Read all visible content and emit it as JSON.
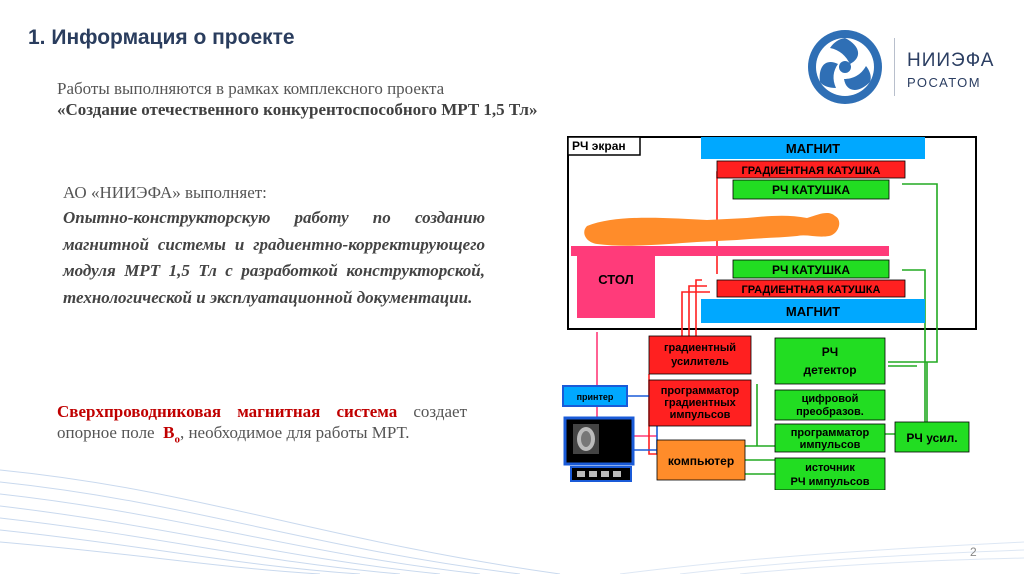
{
  "header": {
    "title": "1. Информация о проекте",
    "logo_name": "НИИЭФА",
    "logo_sub": "РОСАТОМ"
  },
  "intro": {
    "line1": "Работы выполняются в рамках комплексного проекта",
    "line2": "«Создание отечественного конкурентоспособного МРТ 1,5 Тл»"
  },
  "org": {
    "label": "АО «НИИЭФА» выполняет:",
    "work": "Опытно-конструкторскую работу по созданию магнитной системы и градиентно-корректирующего модуля МРТ 1,5 Тл с разработкой конструкторской, технологической и эксплуатационной документации."
  },
  "supercond": {
    "red": "Сверхпроводниковая магнитная система",
    "rest_before": "создает опорное поле",
    "b": "B",
    "b_sub": "o",
    "rest_after": ", необходимое для работы МРТ."
  },
  "diagram": {
    "rf_screen": "РЧ экран",
    "magnet_top": "МАГНИТ",
    "gradient_top": "ГРАДИЕНТНАЯ КАТУШКА",
    "rf_coil_top": "РЧ  КАТУШКА",
    "table": "СТОЛ",
    "rf_coil_bottom": "РЧ  КАТУШКА",
    "gradient_bottom": "ГРАДИЕНТНАЯ КАТУШКА",
    "magnet_bottom": "МАГНИТ",
    "grad_amp_l1": "градиентный",
    "grad_amp_l2": "усилитель",
    "prog_grad_l1": "программатор",
    "prog_grad_l2": "градиентных",
    "prog_grad_l3": "импульсов",
    "rf_det_l1": "РЧ",
    "rf_det_l2": "детектор",
    "digital_l1": "цифровой",
    "digital_l2": "преобразов.",
    "prog_pulse_l1": "программатор",
    "prog_pulse_l2": "импульсов",
    "rf_amp": "РЧ усил.",
    "printer": "принтер",
    "computer": "компьютер",
    "source_l1": "источник",
    "source_l2": "РЧ  импульсов"
  },
  "colors": {
    "title": "#2a3d5e",
    "blue_box": "#00a8ff",
    "red_box": "#ff2020",
    "green_box": "#22dd22",
    "pink_box": "#ff3b7a",
    "orange_body": "#ff8c2a",
    "accent_red": "#c00000"
  },
  "icons": {
    "logo": "rosatom-logo-icon",
    "monitor": "monitor-icon",
    "body": "patient-body-icon",
    "waves": "decorative-waves-icon"
  },
  "page_number": "2"
}
